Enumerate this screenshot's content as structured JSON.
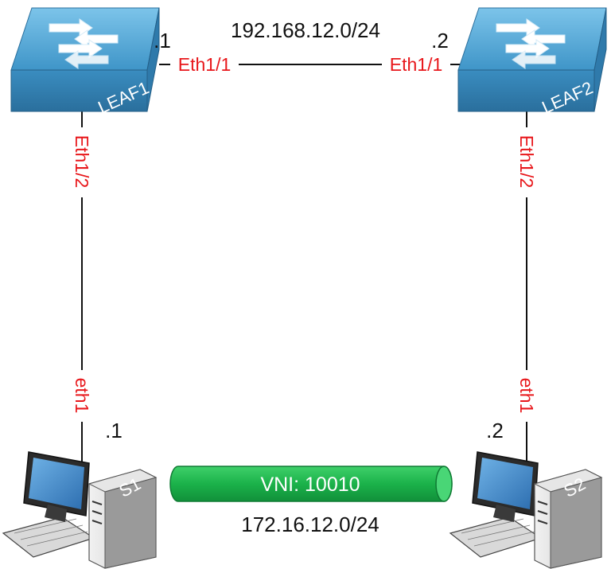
{
  "colors": {
    "interface_label": "#e8171b",
    "text": "#111111",
    "switch_blue": "#4a9fcf",
    "tunnel_green": "#1bb24a",
    "link": "#111111"
  },
  "devices": {
    "leaf1": {
      "label": "LEAF1",
      "icon": "switch-icon"
    },
    "leaf2": {
      "label": "LEAF2",
      "icon": "switch-icon"
    },
    "s1": {
      "label": "S1",
      "icon": "workstation-icon"
    },
    "s2": {
      "label": "S2",
      "icon": "workstation-icon"
    }
  },
  "links": {
    "leaf_interconnect": {
      "network": "192.168.12.0/24",
      "leaf1_interface": "Eth1/1",
      "leaf1_ip": ".1",
      "leaf2_interface": "Eth1/1",
      "leaf2_ip": ".2"
    },
    "leaf1_s1": {
      "leaf_interface": "Eth1/2",
      "host_interface": "eth1"
    },
    "leaf2_s2": {
      "leaf_interface": "Eth1/2",
      "host_interface": "eth1"
    }
  },
  "overlay": {
    "vni_label": "VNI: 10010",
    "network": "172.16.12.0/24",
    "s1_ip": ".1",
    "s2_ip": ".2"
  }
}
